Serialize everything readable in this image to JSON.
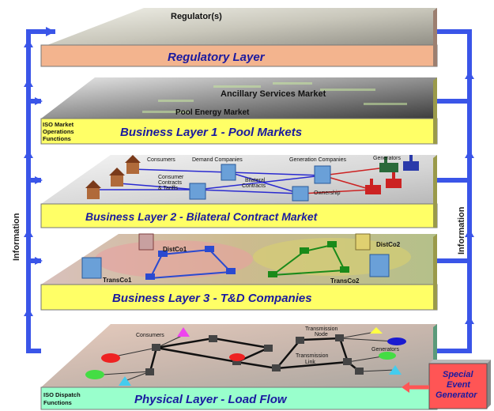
{
  "colors": {
    "arrow": "#3a55e8",
    "regulatory_band": "#f3b48e",
    "business_band": "#ffff66",
    "physical_band": "#99ffcc",
    "layer_title": "#1a1aa0",
    "event_box": "#ff5555"
  },
  "side_labels": {
    "left": "Information",
    "right": "Information"
  },
  "layers": {
    "regulatory": {
      "top_label": "Regulator(s)",
      "title": "Regulatory Layer"
    },
    "pool": {
      "title": "Business Layer 1 - Pool Markets",
      "labels": {
        "ancillary": "Ancillary Services Market",
        "pool_energy": "Pool Energy Market"
      },
      "side_note": [
        "ISO Market",
        "Operations",
        "Functions"
      ]
    },
    "bilateral": {
      "title": "Business Layer 2 - Bilateral Contract Market",
      "labels": {
        "consumers": "Consumers",
        "demand_companies": "Demand Companies",
        "generation_companies": "Generation Companies",
        "generators": "Generators",
        "consumer_contracts": [
          "Consumer",
          "Contracts",
          "& Tariffs"
        ],
        "bilateral_contracts": [
          "Bilateral",
          "Contracts"
        ],
        "ownership": "Ownership"
      }
    },
    "td": {
      "title": "Business Layer 3 - T&D Companies",
      "labels": {
        "distco1": "DistCo1",
        "distco2": "DistCo2",
        "transco1": "TransCo1",
        "transco2": "TransCo2"
      }
    },
    "physical": {
      "title": "Physical Layer - Load Flow",
      "labels": {
        "consumers": "Consumers",
        "transmission_node": [
          "Transmission",
          "Node"
        ],
        "generators": "Generators",
        "transmission_link": [
          "Transmission",
          "Link"
        ]
      },
      "side_note": [
        "ISO Dispatch",
        "Functions"
      ]
    }
  },
  "event_generator": [
    "Special",
    "Event",
    "Generator"
  ]
}
